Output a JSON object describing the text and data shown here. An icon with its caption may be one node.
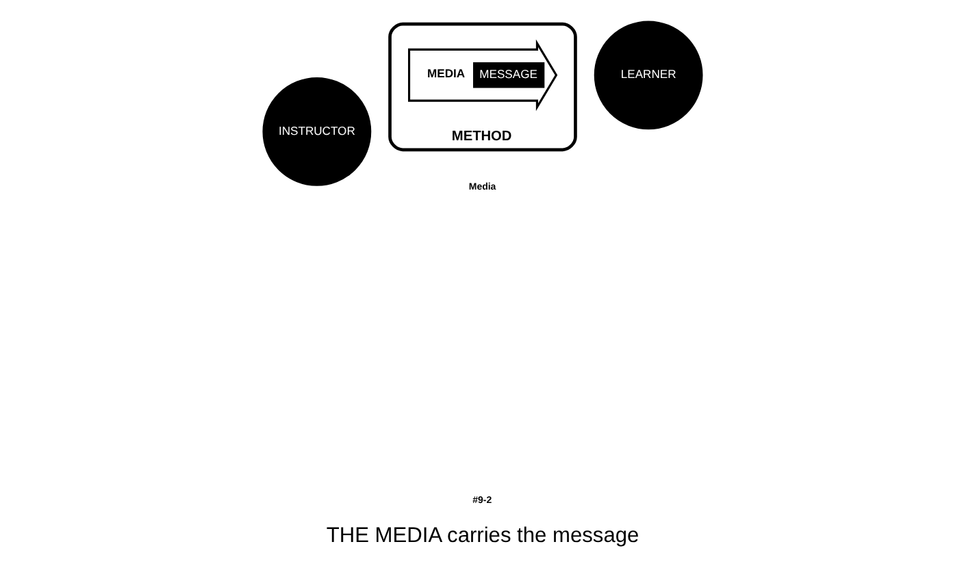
{
  "diagram": {
    "caption": "THE MEDIA carries the message",
    "nodes": [
      {
        "text": [
          "INSTRUCTOR"
        ]
      },
      {
        "text": [
          "METHOD"
        ]
      },
      {
        "text": [
          "MEDIA",
          "MESSAGE"
        ],
        "in": 1
      },
      {
        "text": [
          "LEARNER"
        ]
      }
    ],
    "labels": [
      "Media",
      "#9-2"
    ]
  }
}
